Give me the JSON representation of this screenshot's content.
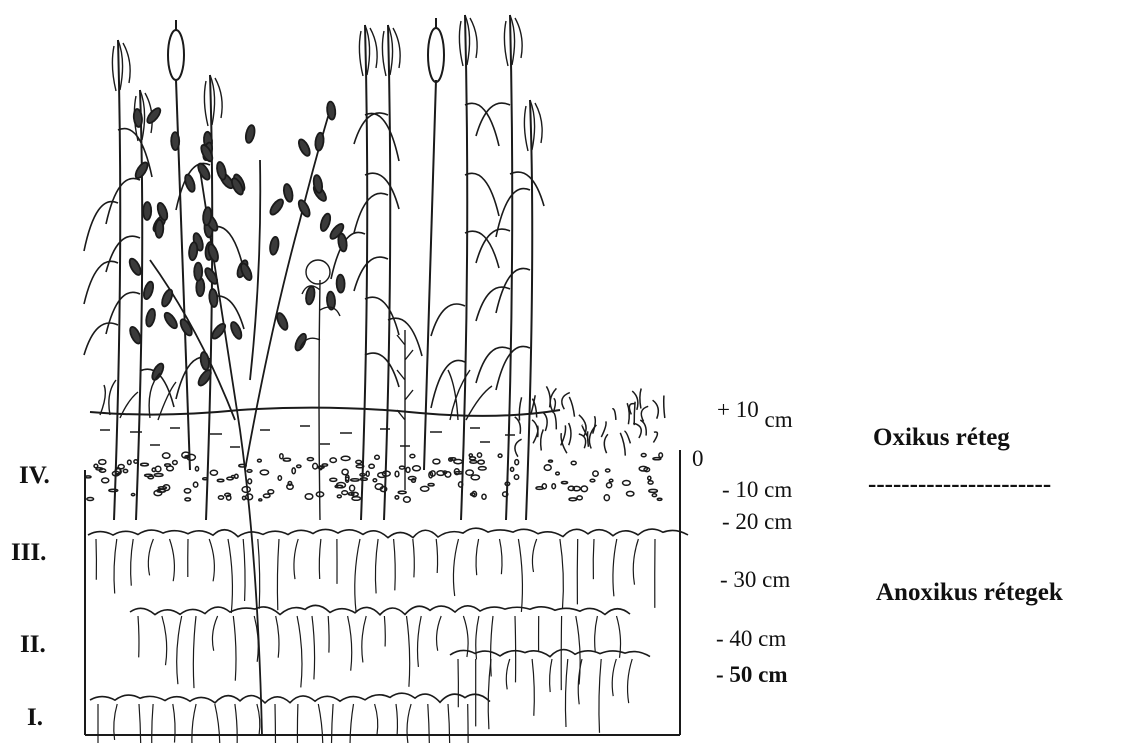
{
  "figure": {
    "line_color": "#1a1a1a",
    "leaf_fill": "#3a3a3a"
  },
  "roman_labels": [
    "IV.",
    "III.",
    "II.",
    "I."
  ],
  "depth_labels": {
    "plus10_number": "+ 10",
    "plus10_unit": "cm",
    "zero": "0",
    "minus10": "- 10 cm",
    "minus20": "- 20 cm",
    "minus30": "- 30 cm",
    "minus40": "- 40 cm",
    "minus50": "- 50 cm"
  },
  "layers": {
    "oxic": "Oxikus réteg",
    "separator": "----------------------",
    "anoxic": "Anoxikus rétegek"
  }
}
